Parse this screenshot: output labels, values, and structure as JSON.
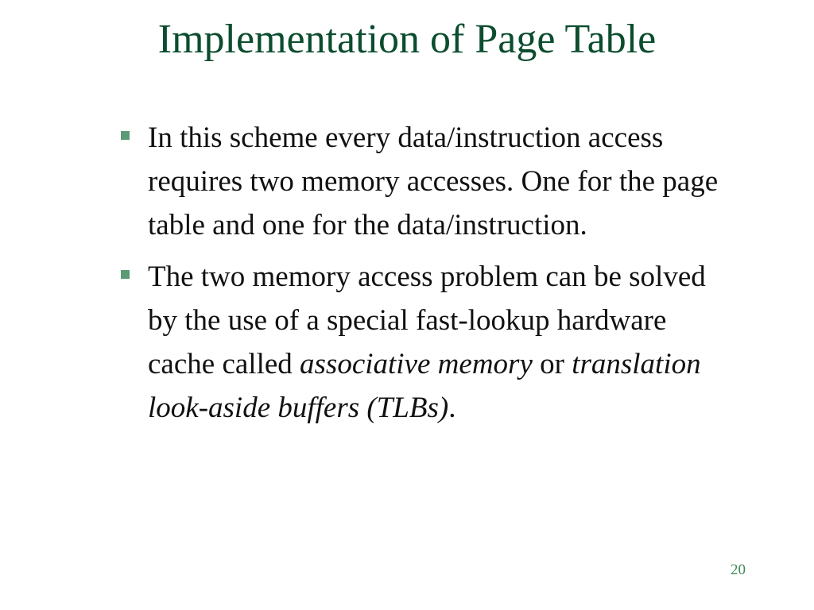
{
  "slide": {
    "title": "Implementation of Page Table",
    "bullets": [
      {
        "text": "In this scheme every data/instruction access requires two memory accesses.  One for the page table and one for the data/instruction."
      },
      {
        "pre": "The two memory access problem can be solved by the use of a special fast-lookup hardware cache called ",
        "em1": "associative memory",
        "mid": " or ",
        "em2": "translation look-aside buffers (TLBs)",
        "post": "."
      }
    ],
    "page_number": "20"
  },
  "colors": {
    "title": "#0b4d2e",
    "bullet_marker": "#5a9a74",
    "page_number": "#3d8a57"
  },
  "icons": {
    "bullet": "square-bullet-icon"
  }
}
